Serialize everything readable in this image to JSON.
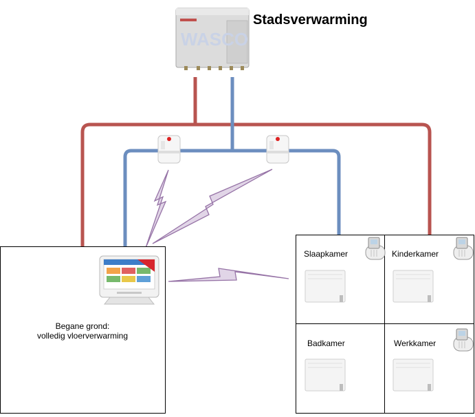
{
  "title": "Stadsverwarming",
  "heat_unit": {
    "brand_text": "WASCO"
  },
  "ground_floor": {
    "line1": "Begane grond:",
    "line2": "volledig vloerverwarming"
  },
  "rooms": [
    "Slaapkamer",
    "Kinderkamer",
    "Badkamer",
    "Werkkamer"
  ],
  "colors": {
    "supply_pipe": "#b85450",
    "return_pipe": "#6c8ebf",
    "wireless_link": "#9673a6"
  },
  "icons": [
    "district-heating-unit-icon",
    "zone-valve-icon",
    "thermostat-touchscreen-icon",
    "radiator-icon",
    "radiator-valve-icon"
  ]
}
